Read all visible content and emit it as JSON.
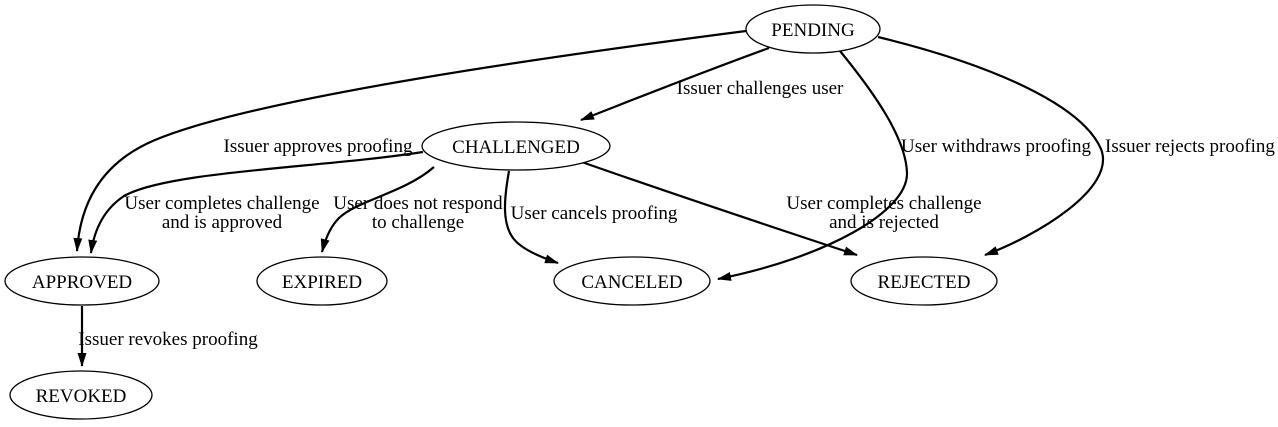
{
  "diagram": {
    "type": "state-transition-diagram",
    "background_color": "#ffffff",
    "line_color": "#000000",
    "text_color": "#000000",
    "nodes": [
      {
        "id": "pending",
        "label": "PENDING"
      },
      {
        "id": "challenged",
        "label": "CHALLENGED"
      },
      {
        "id": "approved",
        "label": "APPROVED"
      },
      {
        "id": "expired",
        "label": "EXPIRED"
      },
      {
        "id": "canceled",
        "label": "CANCELED"
      },
      {
        "id": "rejected",
        "label": "REJECTED"
      },
      {
        "id": "revoked",
        "label": "REVOKED"
      }
    ],
    "edges": [
      {
        "from": "PENDING",
        "to": "CHALLENGED",
        "label_lines": [
          "Issuer challenges user"
        ]
      },
      {
        "from": "PENDING",
        "to": "APPROVED",
        "label_lines": [
          "Issuer approves proofing"
        ]
      },
      {
        "from": "CHALLENGED",
        "to": "APPROVED",
        "label_lines": [
          "User completes challenge",
          "and is approved"
        ]
      },
      {
        "from": "CHALLENGED",
        "to": "EXPIRED",
        "label_lines": [
          "User does not respond",
          "to challenge"
        ]
      },
      {
        "from": "CHALLENGED",
        "to": "CANCELED",
        "label_lines": [
          "User cancels proofing"
        ]
      },
      {
        "from": "CHALLENGED",
        "to": "REJECTED",
        "label_lines": [
          "User completes challenge",
          "and is rejected"
        ]
      },
      {
        "from": "PENDING",
        "to": "CANCELED",
        "label_lines": [
          "User withdraws proofing"
        ]
      },
      {
        "from": "PENDING",
        "to": "REJECTED",
        "label_lines": [
          "Issuer rejects proofing"
        ]
      },
      {
        "from": "APPROVED",
        "to": "REVOKED",
        "label_lines": [
          "Issuer revokes proofing"
        ]
      }
    ]
  }
}
